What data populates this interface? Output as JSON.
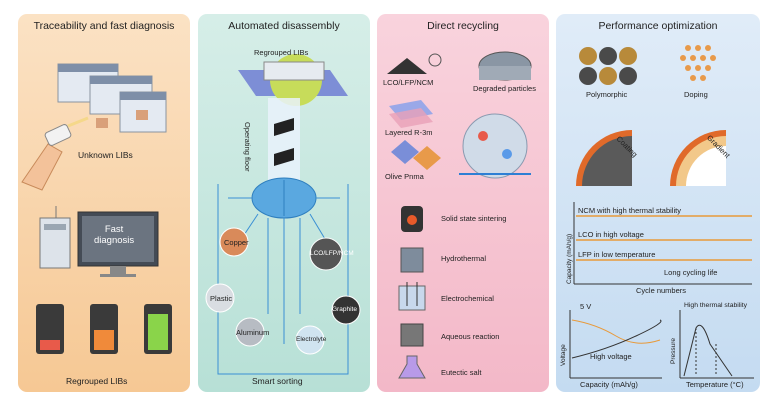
{
  "panel1": {
    "title": "Traceability and fast diagnosis",
    "unknown_label": "Unknown LIBs",
    "monitor_label": "Fast\ndiagnosis",
    "regrouped_label": "Regrouped LIBs"
  },
  "panel2": {
    "title": "Automated disassembly",
    "regrouped_label": "Regrouped LIBs",
    "floor_label": "Operating floor",
    "materials": [
      "Copper",
      "LCO/LFP/NCM",
      "Plastic",
      "Graphite",
      "Aluminum",
      "Electrolyte"
    ],
    "sorting_label": "Smart sorting"
  },
  "panel3": {
    "title": "Direct recycling",
    "lco_label": "LCO/LFP/NCM",
    "degraded_label": "Degraded particles",
    "layered_label": "Layered R-3m",
    "olive_label": "Olive Pnma",
    "methods": [
      "Solid state sintering",
      "Hydrothermal",
      "Electrochemical",
      "Aqueous reaction",
      "Eutectic salt"
    ]
  },
  "panel4": {
    "title": "Performance optimization",
    "polymorphic_label": "Polymorphic",
    "doping_label": "Doping",
    "coating_label": "Coating",
    "gradient_label": "Gradient",
    "cap_chart": {
      "ylabel": "Capacity (mAh/g)",
      "xlabel": "Cycle numbers",
      "lines": [
        "NCM with high thermal stability",
        "LCO in high voltage",
        "LFP in low temperature",
        "Long cycling life"
      ]
    },
    "volt_chart": {
      "ylabel": "Voltage",
      "xlabel": "Capacity (mAh/g)",
      "peak_label": "5 V",
      "inner_label": "High voltage"
    },
    "press_chart": {
      "ylabel": "Pressure",
      "xlabel": "Temperature (°C)",
      "title_label": "High thermal stability"
    }
  },
  "colors": {
    "orange_panel": "#f6c894",
    "teal_panel": "#b7e0d6",
    "pink_panel": "#f3b8c8",
    "blue_panel": "#c4dbf1",
    "brain": "#5aa8e0",
    "gear": "#c7dc5a"
  }
}
